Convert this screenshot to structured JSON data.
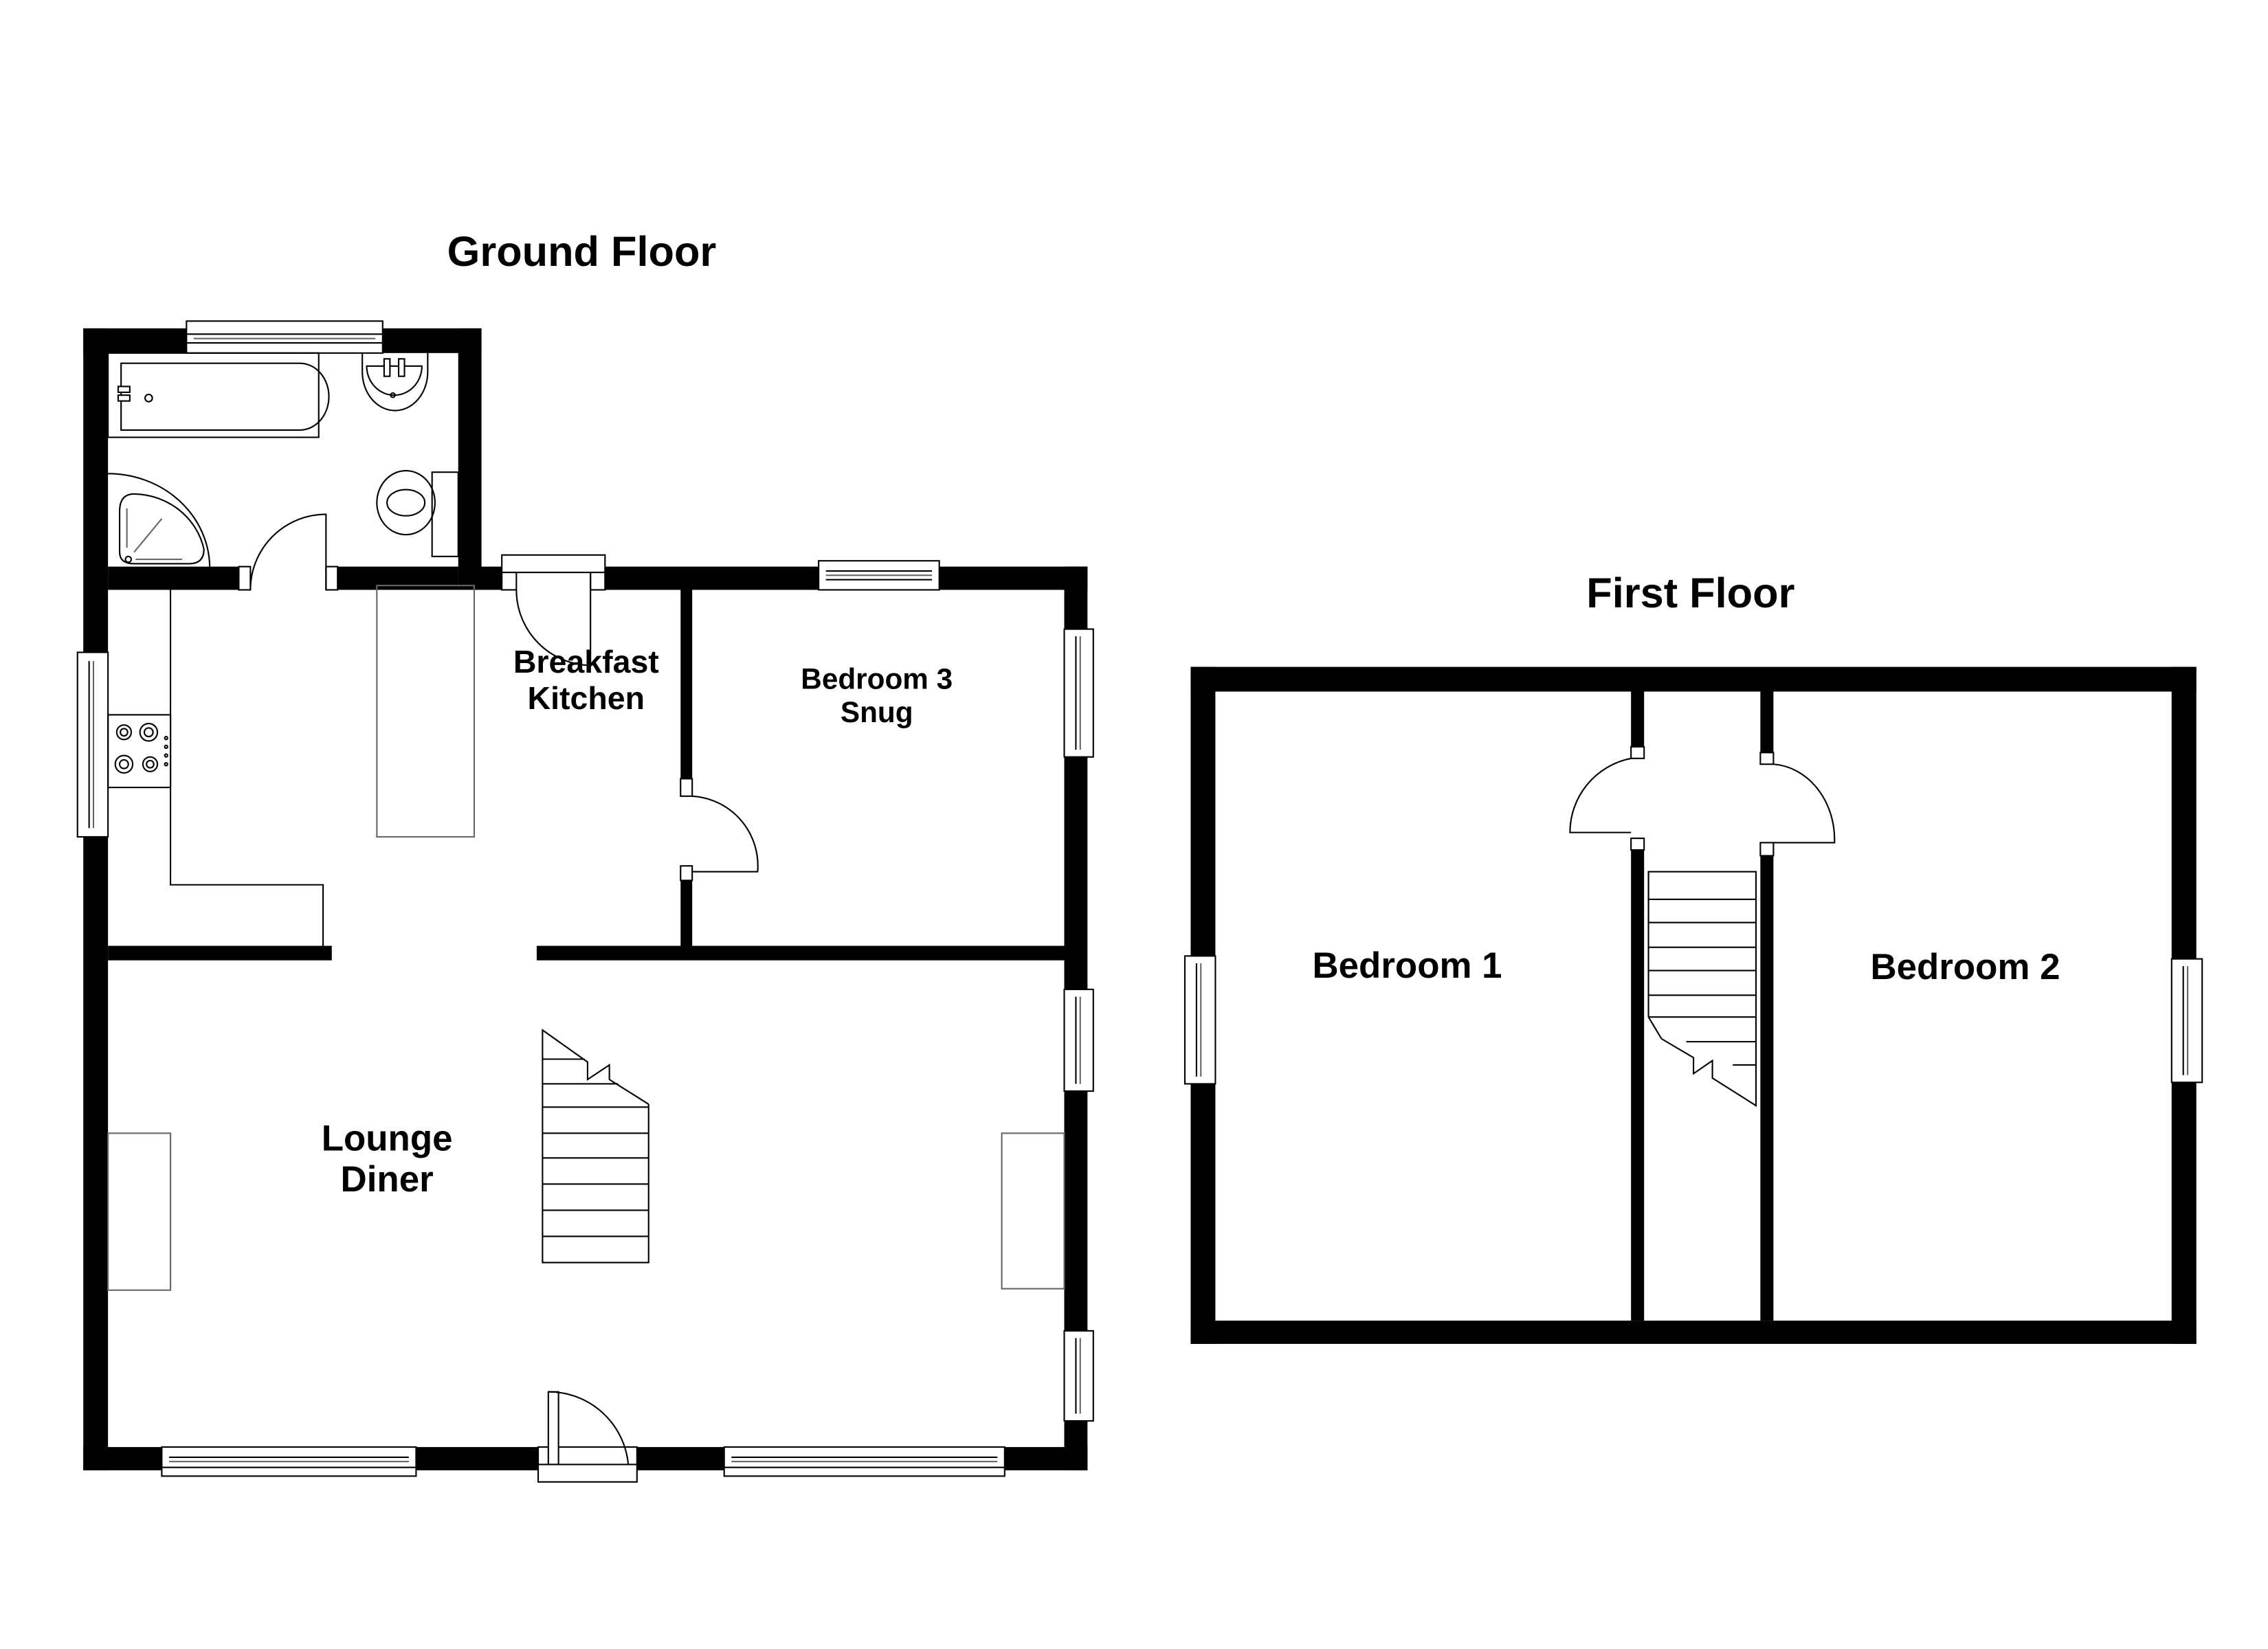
{
  "titles": {
    "ground_floor": "Ground Floor",
    "first_floor": "First Floor"
  },
  "ground_floor": {
    "rooms": {
      "breakfast_kitchen": [
        "Breakfast",
        "Kitchen"
      ],
      "bedroom3": [
        "Bedroom 3",
        "Snug"
      ],
      "lounge": [
        "Lounge",
        "Diner"
      ]
    },
    "fixtures": [
      "bath",
      "wash-basin",
      "toilet",
      "corner-shower",
      "hob",
      "kitchen-island",
      "staircase",
      "fireplaces",
      "front-door"
    ]
  },
  "first_floor": {
    "rooms": {
      "bedroom1": "Bedroom 1",
      "bedroom2": "Bedroom 2"
    },
    "fixtures": [
      "staircase",
      "landing-doors"
    ]
  },
  "colors": {
    "wall": "#000000",
    "background": "#ffffff"
  }
}
